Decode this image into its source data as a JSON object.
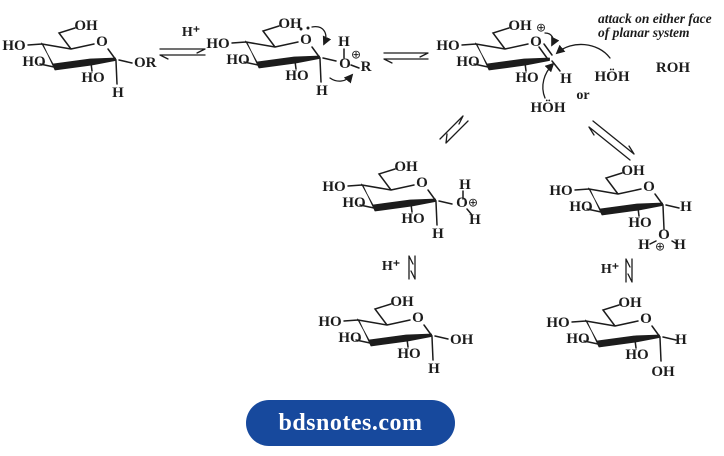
{
  "page": {
    "background": "#ffffff",
    "ink": "#1c1c1c"
  },
  "headline_note": {
    "line1": "attack on either face",
    "line2": "of planar system"
  },
  "reagents": {
    "h_plus": "H⁺",
    "or": "or",
    "roh": "ROH",
    "water": "HÖH",
    "circled_plus": "⊕"
  },
  "structures": {
    "s1": {
      "oh_top": "OH",
      "ring_o": "O",
      "ho_c4": "HO",
      "ho_c3": "HO",
      "ho_c2": "HO",
      "h_anomeric": "H",
      "substituent": "OR"
    },
    "s2": {
      "oh_top": "OH",
      "ring_o": "O",
      "ho_c4": "HO",
      "ho_c3": "HO",
      "ho_c2": "HO",
      "h_anomeric": "H",
      "o_leaving": "O",
      "h_on_o": "H",
      "r_group": "R"
    },
    "s3": {
      "oh_top": "OH",
      "ring_o": "O",
      "ho_c4": "HO",
      "ho_c3": "HO",
      "ho_c2": "HO",
      "h_anomeric": "H"
    },
    "s4": {
      "oh_top": "OH",
      "ring_o": "O",
      "ho_c4": "HO",
      "ho_c3": "HO",
      "ho_c2": "HO",
      "h_anomeric": "H",
      "o_water": "O",
      "h_top": "H",
      "h_bottom": "H"
    },
    "s5": {
      "oh_top": "OH",
      "ring_o": "O",
      "ho_c4": "HO",
      "ho_c3": "HO",
      "ho_c2": "HO",
      "h_anomeric": "H",
      "o_water": "O",
      "h_left": "H",
      "h_right": "H"
    },
    "s6": {
      "oh_top": "OH",
      "ring_o": "O",
      "ho_c4": "HO",
      "ho_c3": "HO",
      "ho_c2": "HO",
      "oh_anomeric": "OH",
      "h_below": "H"
    },
    "s7": {
      "oh_top": "OH",
      "ring_o": "O",
      "ho_c4": "HO",
      "ho_c3": "HO",
      "ho_c2": "HO",
      "h_anomeric": "H",
      "oh_below": "OH"
    }
  },
  "watermark": {
    "text": "bdsnotes.com",
    "background": "#17499d",
    "text_color": "#ffffff"
  }
}
